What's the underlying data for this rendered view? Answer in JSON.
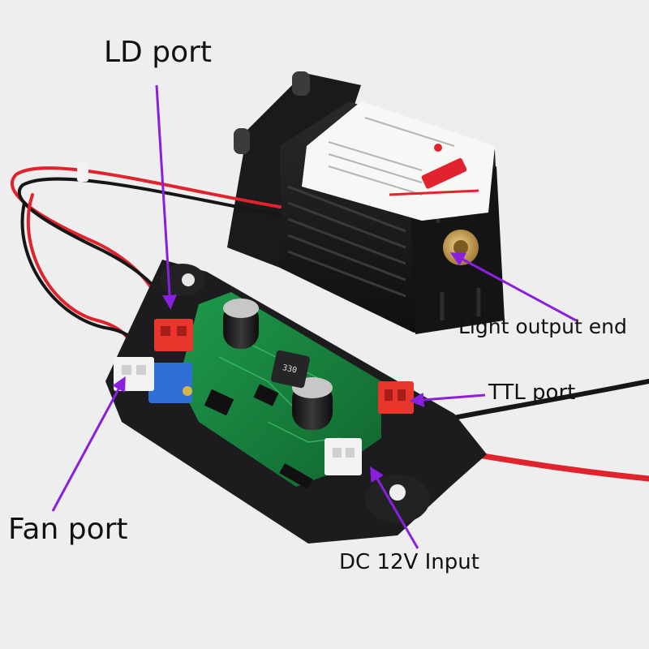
{
  "annotations": {
    "ld_port": "LD port",
    "light_output_end": "Light output end",
    "ttl_port": "TTL port",
    "fan_port": "Fan port",
    "dc_input": "DC 12V Input"
  },
  "component_markings": {
    "inductor": "330"
  },
  "colors": {
    "background": "#eeeeee",
    "arrow": "#8b1fe0",
    "housing": "#1c1c1e",
    "pcb": "#17803f",
    "wire_red": "#e0232c",
    "wire_black": "#161616",
    "connector_red": "#e8362c",
    "connector_white": "#f2f2f2",
    "potentiometer": "#2f6fd6",
    "brass_aperture": "#c9a25a"
  }
}
